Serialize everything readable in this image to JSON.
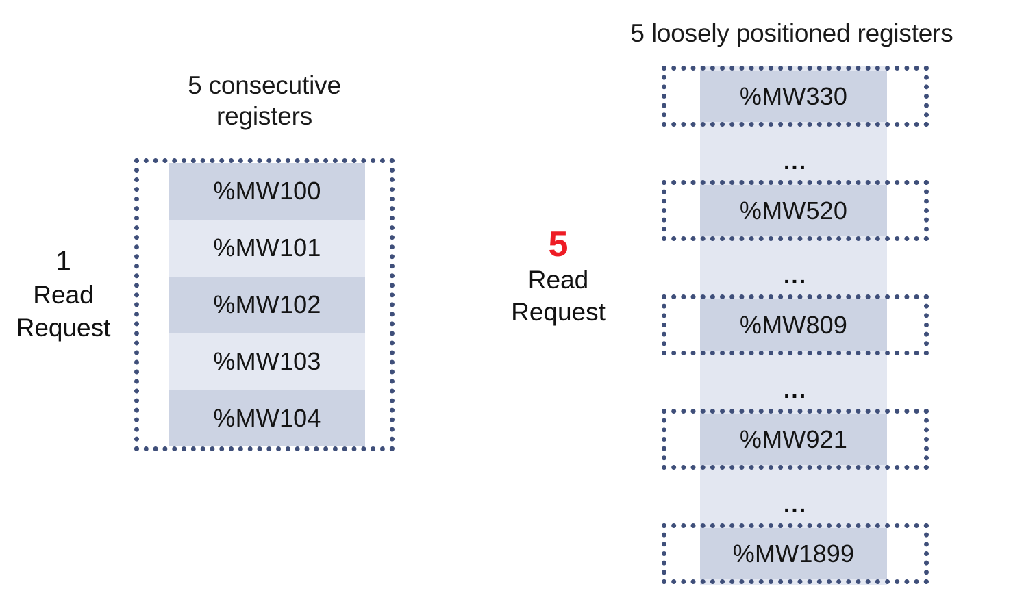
{
  "diagram": {
    "title": "Modbus read request comparison",
    "colors": {
      "dotted_border": "#3f4f7a",
      "row_dark": "#ccd3e3",
      "row_light": "#e4e8f2",
      "band_light": "#e3e7f1",
      "accent_red": "#ee1c25",
      "text": "#141414",
      "background": "#ffffff"
    }
  },
  "left": {
    "heading": "5 consecutive\nregisters",
    "request": {
      "count": "1",
      "line1": "Read",
      "line2": "Request"
    },
    "registers": [
      {
        "label": "%MW100",
        "shade": "dark"
      },
      {
        "label": "%MW101",
        "shade": "light"
      },
      {
        "label": "%MW102",
        "shade": "dark"
      },
      {
        "label": "%MW103",
        "shade": "light"
      },
      {
        "label": "%MW104",
        "shade": "dark"
      }
    ]
  },
  "right": {
    "heading": "5 loosely positioned registers",
    "request": {
      "count": "5",
      "line1": "Read",
      "line2": "Request"
    },
    "separator": "...",
    "registers": [
      {
        "label": "%MW330"
      },
      {
        "label": "%MW520"
      },
      {
        "label": "%MW809"
      },
      {
        "label": "%MW921"
      },
      {
        "label": "%MW1899"
      }
    ]
  }
}
